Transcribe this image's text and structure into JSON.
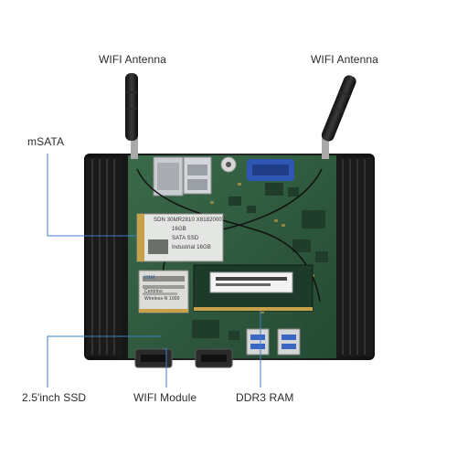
{
  "labels": {
    "wifi_antenna_left": "WIFI Antenna",
    "wifi_antenna_right": "WIFI Antenna",
    "msata": "mSATA",
    "ssd": "2.5'inch SSD",
    "wifi_module": "WIFI Module",
    "ddr3_ram": "DDR3 RAM"
  },
  "msata_card": {
    "line1": "SDN 30MR2810 X81820007",
    "line2": "16GB",
    "line3": "SATA SSD",
    "line4": "Industrial 16GB"
  },
  "wifi_card": {
    "line1": "intel",
    "line2": "Centrino",
    "line3": "Wireless-N 1000"
  },
  "colors": {
    "callout_line": "#3f7fc4",
    "pcb": "#2f5a3e",
    "case": "#1c1c1c"
  }
}
